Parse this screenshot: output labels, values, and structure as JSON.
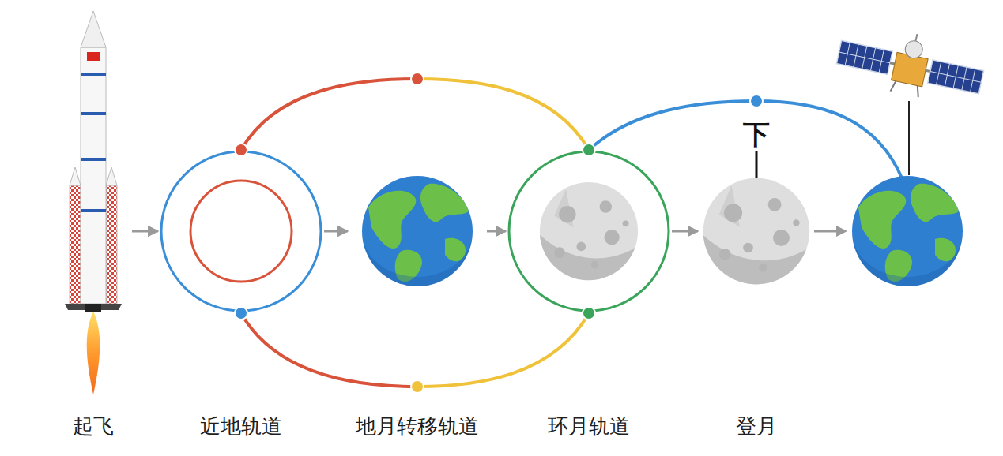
{
  "diagram": {
    "nodes": [
      {
        "text": [
          "起飞"
        ]
      },
      {
        "text": [
          "近地轨道"
        ]
      },
      {
        "text": [
          "地月转移轨道"
        ]
      },
      {
        "text": [
          "环月轨道"
        ]
      },
      {
        "text": [
          "登月"
        ]
      }
    ],
    "edges": [
      {
        "from": 0,
        "to": 1,
        "arrow": "to"
      },
      {
        "from": 1,
        "to": 2,
        "arrow": "to"
      },
      {
        "from": 2,
        "to": 3,
        "arrow": "to"
      },
      {
        "from": 3,
        "to": 4,
        "arrow": "to"
      }
    ],
    "labels": [
      "下"
    ]
  }
}
